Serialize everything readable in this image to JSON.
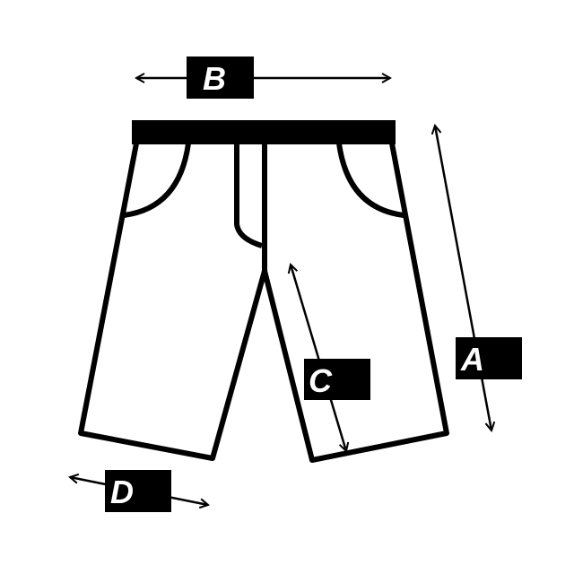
{
  "diagram": {
    "subject": "shorts-measurement",
    "colors": {
      "stroke": "#000000",
      "background": "#ffffff",
      "label_text": "#ffffff",
      "label_box": "#000000"
    },
    "labels": {
      "A": "A",
      "B": "B",
      "C": "C",
      "D": "D"
    }
  }
}
